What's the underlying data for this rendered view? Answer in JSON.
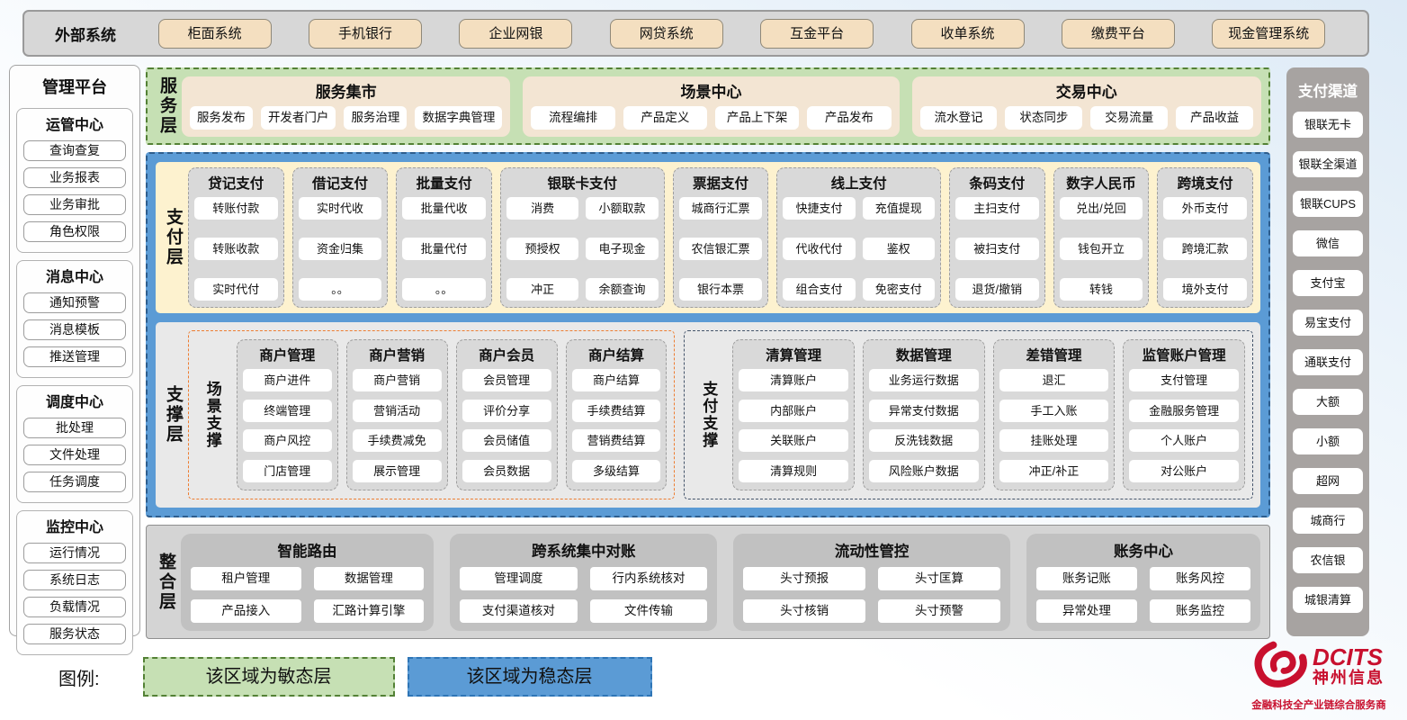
{
  "external_systems": {
    "label": "外部系统",
    "items": [
      "柜面系统",
      "手机银行",
      "企业网银",
      "网贷系统",
      "互金平台",
      "收单系统",
      "缴费平台",
      "现金管理系统"
    ]
  },
  "management_platform": {
    "title": "管理平台",
    "sections": [
      {
        "title": "运管中心",
        "items": [
          "查询查复",
          "业务报表",
          "业务审批",
          "角色权限"
        ]
      },
      {
        "title": "消息中心",
        "items": [
          "通知预警",
          "消息模板",
          "推送管理"
        ]
      },
      {
        "title": "调度中心",
        "items": [
          "批处理",
          "文件处理",
          "任务调度"
        ]
      },
      {
        "title": "监控中心",
        "items": [
          "运行情况",
          "系统日志",
          "负载情况",
          "服务状态"
        ]
      }
    ]
  },
  "service_layer": {
    "label": "服务层",
    "groups": [
      {
        "title": "服务集市",
        "items": [
          "服务发布",
          "开发者门户",
          "服务治理",
          "数据字典管理"
        ]
      },
      {
        "title": "场景中心",
        "items": [
          "流程编排",
          "产品定义",
          "产品上下架",
          "产品发布"
        ]
      },
      {
        "title": "交易中心",
        "items": [
          "流水登记",
          "状态同步",
          "交易流量",
          "产品收益"
        ]
      }
    ]
  },
  "payment_layer": {
    "label": "支付层",
    "columns": [
      {
        "title": "贷记支付",
        "cols": "1",
        "items": [
          "转账付款",
          "转账收款",
          "实时代付"
        ]
      },
      {
        "title": "借记支付",
        "cols": "1",
        "items": [
          "实时代收",
          "资金归集",
          "。。"
        ]
      },
      {
        "title": "批量支付",
        "cols": "1",
        "items": [
          "批量代收",
          "批量代付",
          "。。"
        ]
      },
      {
        "title": "银联卡支付",
        "cols": "2",
        "items": [
          "消费",
          "小额取款",
          "预授权",
          "电子现金",
          "冲正",
          "余额查询"
        ]
      },
      {
        "title": "票据支付",
        "cols": "1",
        "items": [
          "城商行汇票",
          "农信银汇票",
          "银行本票"
        ]
      },
      {
        "title": "线上支付",
        "cols": "2",
        "items": [
          "快捷支付",
          "充值提现",
          "代收代付",
          "鉴权",
          "组合支付",
          "免密支付"
        ]
      },
      {
        "title": "条码支付",
        "cols": "1",
        "items": [
          "主扫支付",
          "被扫支付",
          "退货/撤销"
        ]
      },
      {
        "title": "数字人民币",
        "cols": "1",
        "items": [
          "兑出/兑回",
          "钱包开立",
          "转钱"
        ]
      },
      {
        "title": "跨境支付",
        "cols": "1",
        "items": [
          "外币支付",
          "跨境汇款",
          "境外支付"
        ]
      }
    ]
  },
  "support_layer": {
    "label": "支撑层",
    "groups": [
      {
        "label": "场景支撑",
        "style": "orange",
        "columns": [
          {
            "title": "商户管理",
            "items": [
              "商户进件",
              "终端管理",
              "商户风控",
              "门店管理"
            ]
          },
          {
            "title": "商户营销",
            "items": [
              "商户营销",
              "营销活动",
              "手续费减免",
              "展示管理"
            ]
          },
          {
            "title": "商户会员",
            "items": [
              "会员管理",
              "评价分享",
              "会员储值",
              "会员数据"
            ]
          },
          {
            "title": "商户结算",
            "items": [
              "商户结算",
              "手续费结算",
              "营销费结算",
              "多级结算"
            ]
          }
        ]
      },
      {
        "label": "支付支撑",
        "style": "dark",
        "columns": [
          {
            "title": "清算管理",
            "items": [
              "清算账户",
              "内部账户",
              "关联账户",
              "清算规则"
            ]
          },
          {
            "title": "数据管理",
            "items": [
              "业务运行数据",
              "异常支付数据",
              "反洗钱数据",
              "风险账户数据"
            ]
          },
          {
            "title": "差错管理",
            "items": [
              "退汇",
              "手工入账",
              "挂账处理",
              "冲正/补正"
            ]
          },
          {
            "title": "监管账户管理",
            "items": [
              "支付管理",
              "金融服务管理",
              "个人账户",
              "对公账户"
            ]
          }
        ]
      }
    ]
  },
  "integration_layer": {
    "label": "整合层",
    "groups": [
      {
        "title": "智能路由",
        "items": [
          "租户管理",
          "数据管理",
          "产品接入",
          "汇路计算引擎"
        ]
      },
      {
        "title": "跨系统集中对账",
        "items": [
          "管理调度",
          "行内系统核对",
          "支付渠道核对",
          "文件传输"
        ]
      },
      {
        "title": "流动性管控",
        "items": [
          "头寸预报",
          "头寸匡算",
          "头寸核销",
          "头寸预警"
        ]
      },
      {
        "title": "账务中心",
        "items": [
          "账务记账",
          "账务风控",
          "异常处理",
          "账务监控"
        ]
      }
    ]
  },
  "payment_channels": {
    "title": "支付渠道",
    "items": [
      "银联无卡",
      "银联全渠道",
      "银联CUPS",
      "微信",
      "支付宝",
      "易宝支付",
      "通联支付",
      "大额",
      "小额",
      "超网",
      "城商行",
      "农信银",
      "城银清算"
    ]
  },
  "legend": {
    "label": "图例:",
    "agile": "该区域为敏态层",
    "stable": "该区域为稳态层"
  },
  "logo": {
    "name": "DCITS",
    "cn": "神州信息",
    "tagline": "金融科技全产业链综合服务商"
  },
  "colors": {
    "agile_green": "#c6e0b4",
    "stable_blue": "#5b9bd5",
    "scene_orange": "#ed7d31",
    "payment_cream": "#fdf2cf",
    "logo_red": "#c8102e"
  }
}
